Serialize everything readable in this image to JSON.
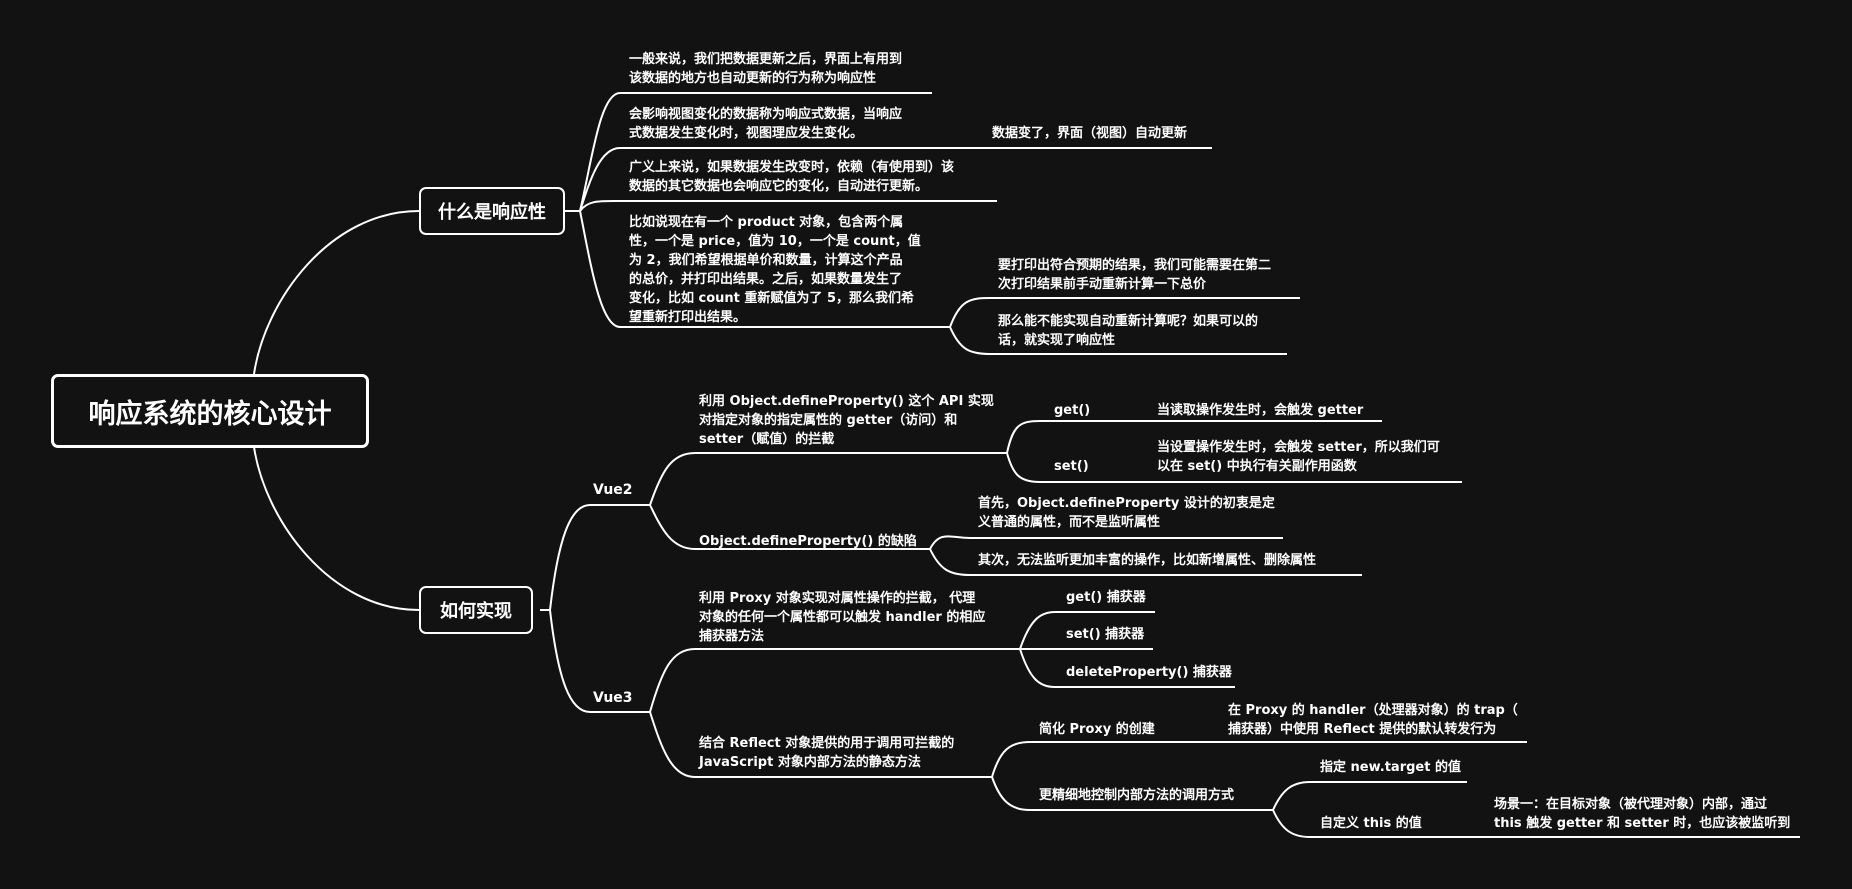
{
  "root": "响应系统的核心设计",
  "what": {
    "label": "什么是响应性",
    "n1": [
      "一般来说，我们把数据更新之后，界面上有用到",
      "该数据的地方也自动更新的行为称为响应性"
    ],
    "n2": [
      "会影响视图变化的数据称为响应式数据，当响应",
      "式数据发生变化时，视图理应发生变化。"
    ],
    "n2_child": "数据变了，界面（视图）自动更新",
    "n3": [
      "广义上来说，如果数据发生改变时，依赖（有使用到）该",
      "数据的其它数据也会响应它的变化，自动进行更新。"
    ],
    "n4": [
      "比如说现在有一个 product 对象，包含两个属",
      "性，一个是 price，值为 10，一个是 count，值",
      "为 2，我们希望根据单价和数量，计算这个产品",
      "的总价，并打印出结果。之后，如果数量发生了",
      "变化，比如 count 重新赋值为了 5，那么我们希",
      "望重新打印出结果。"
    ],
    "n4_c1": [
      "要打印出符合预期的结果，我们可能需要在第二",
      "次打印结果前手动重新计算一下总价"
    ],
    "n4_c2": [
      "那么能不能实现自动重新计算呢？如果可以的",
      "话，就实现了响应性"
    ]
  },
  "how": {
    "label": "如何实现",
    "vue2": {
      "label": "Vue2",
      "a": [
        "利用 Object.defineProperty() 这个 API 实现",
        "对指定对象的指定属性的 getter（访问）和",
        "setter（赋值）的拦截"
      ],
      "get_label": "get()",
      "get_desc": "当读取操作发生时，会触发 getter",
      "set_label": "set()",
      "set_desc": [
        "当设置操作发生时，会触发 setter，所以我们可",
        "以在 set() 中执行有关副作用函数"
      ],
      "b": "Object.defineProperty() 的缺陷",
      "b1": [
        "首先，Object.defineProperty 设计的初衷是定",
        "义普通的属性，而不是监听属性"
      ],
      "b2": "其次，无法监听更加丰富的操作，比如新增属性、删除属性"
    },
    "vue3": {
      "label": "Vue3",
      "a": [
        "利用 Proxy 对象实现对属性操作的拦截，  代理",
        "对象的任何一个属性都可以触发 handler 的相应",
        "捕获器方法"
      ],
      "a1": "get() 捕获器",
      "a2": "set() 捕获器",
      "a3": "deleteProperty() 捕获器",
      "b": [
        "结合 Reflect 对象提供的用于调用可拦截的",
        "JavaScript 对象内部方法的静态方法"
      ],
      "b1": "简化 Proxy 的创建",
      "b1_desc": [
        "在 Proxy 的 handler（处理器对象）的 trap（",
        "捕获器）中使用 Reflect 提供的默认转发行为"
      ],
      "b2": "更精细地控制内部方法的调用方式",
      "b2a": "指定 new.target 的值",
      "b2b": "自定义 this 的值",
      "b2b_desc": [
        "场景一：在目标对象（被代理对象）内部，通过",
        "this 触发 getter 和 setter 时，也应该被监听到"
      ]
    }
  }
}
